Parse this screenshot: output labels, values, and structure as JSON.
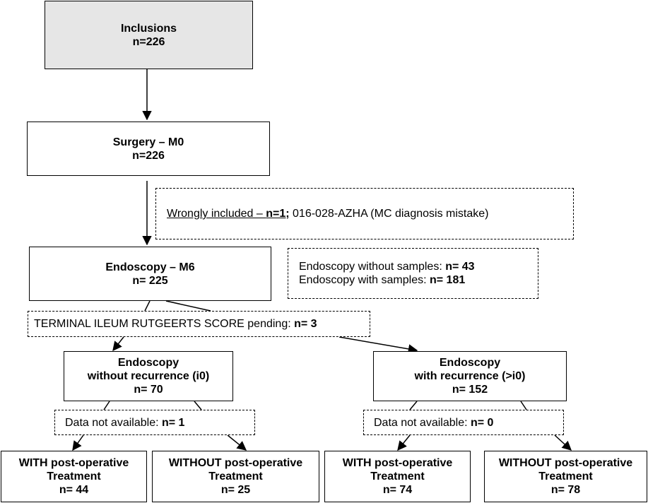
{
  "inclusions": {
    "title": "Inclusions",
    "n": "n=226"
  },
  "surgery": {
    "title": "Surgery – M0",
    "n": "n=226"
  },
  "wrongly_included": {
    "label": "Wrongly included – ",
    "n": "n=1;",
    "detail": " 016-028-AZHA (MC diagnosis mistake)"
  },
  "endoscopy_m6": {
    "title": "Endoscopy – M6",
    "n": "n= 225"
  },
  "samples": {
    "without_label": "Endoscopy without samples: ",
    "without_n": "n= 43",
    "with_label": "Endoscopy with samples: ",
    "with_n": "n= 181"
  },
  "rutgeerts": {
    "label": "TERMINAL ILEUM RUTGEERTS SCORE pending: ",
    "n": "n= 3"
  },
  "no_recurrence": {
    "line1": "Endoscopy",
    "line2": "without recurrence (i0)",
    "n": "n= 70"
  },
  "recurrence": {
    "line1": "Endoscopy",
    "line2": "with recurrence (>i0)",
    "n": "n= 152"
  },
  "na_left": {
    "label": "Data not available: ",
    "n": "n= 1"
  },
  "na_right": {
    "label": "Data not available: ",
    "n": "n= 0"
  },
  "leaves": [
    {
      "line1": "WITH post-operative",
      "line2": "Treatment",
      "n": "n= 44"
    },
    {
      "line1": "WITHOUT post-operative",
      "line2": "Treatment",
      "n": "n= 25"
    },
    {
      "line1": "WITH post-operative",
      "line2": "Treatment",
      "n": "n= 74"
    },
    {
      "line1": "WITHOUT post-operative",
      "line2": "Treatment",
      "n": "n= 78"
    }
  ]
}
